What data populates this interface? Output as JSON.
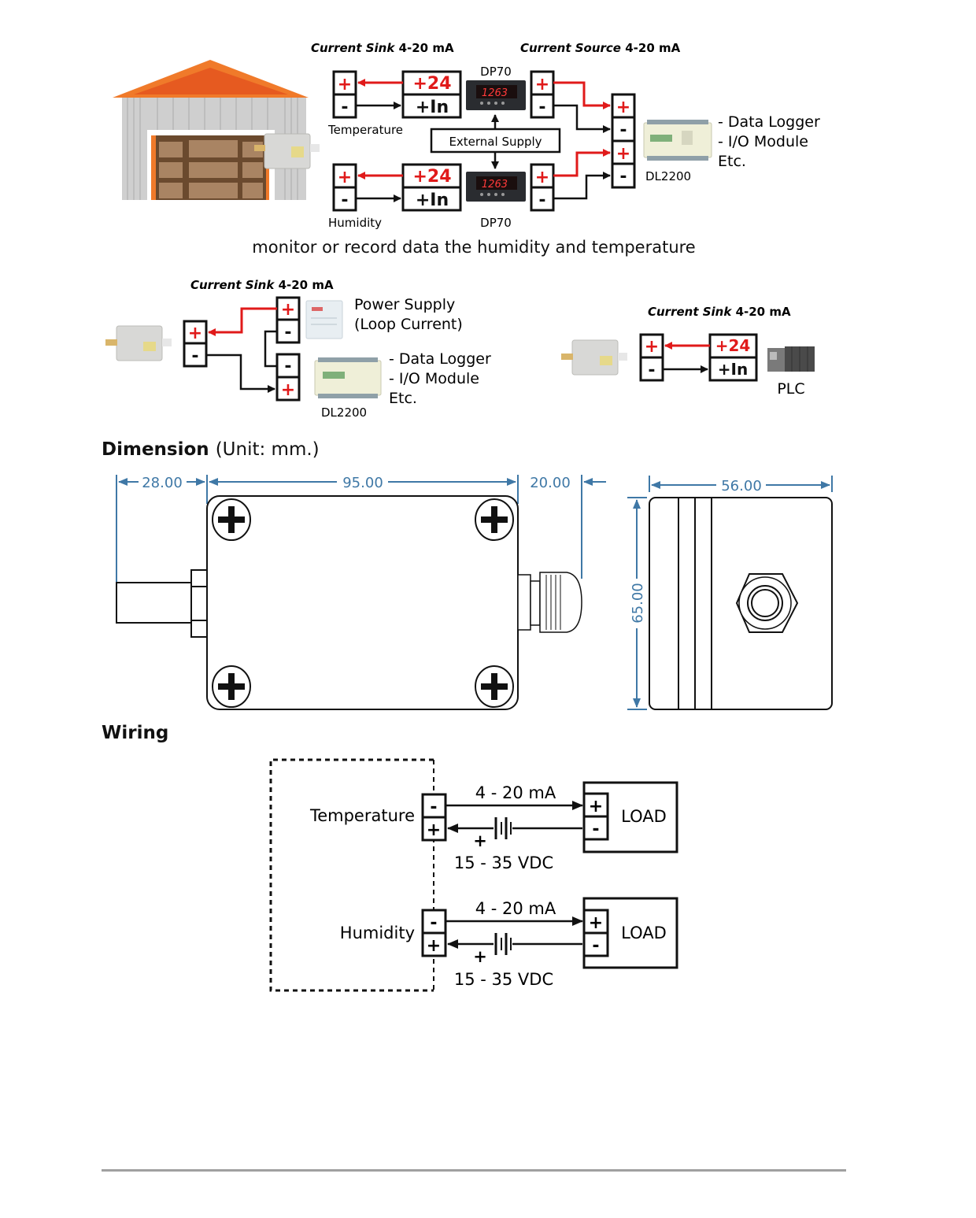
{
  "colors": {
    "red": "#e01a1a",
    "black": "#111111",
    "dimension_blue": "#3f78a6",
    "roof_orange": "#f07a2a",
    "footer_rule": "#a0a0a0"
  },
  "top_diagram": {
    "sink_heading": {
      "italic": "Current Sink",
      "rest": "4-20 mA"
    },
    "source_heading": {
      "italic": "Current Source",
      "rest": "4-20 mA"
    },
    "channels": [
      {
        "name": "Temperature",
        "meter": "DP70",
        "meter_display": "1263"
      },
      {
        "name": "Humidity",
        "meter": "DP70",
        "meter_display": "1263"
      }
    ],
    "sensor_terminals": {
      "plus": "+",
      "minus": "-"
    },
    "meter_terminals": {
      "supply": "+24",
      "input": "+In"
    },
    "external_supply": "External Supply",
    "logger_label": "DL2200",
    "logger_desc": [
      "- Data Logger",
      "- I/O Module",
      "Etc."
    ],
    "caption": "monitor or record data the humidity and temperature"
  },
  "loop_diagram": {
    "heading": {
      "italic": "Current Sink",
      "rest": "4-20 mA"
    },
    "power_supply": [
      "Power Supply",
      "(Loop Current)"
    ],
    "logger_label": "DL2200",
    "logger_desc": [
      "- Data Logger",
      "- I/O Module",
      "Etc."
    ]
  },
  "plc_diagram": {
    "heading": {
      "italic": "Current Sink",
      "rest": "4-20 mA"
    },
    "terminals": {
      "supply": "+24",
      "input": "+In"
    },
    "plc_label": "PLC"
  },
  "dimension": {
    "title": "Dimension",
    "unit": "(Unit: mm.)",
    "probe_length": "28.00",
    "body_length": "95.00",
    "gland_length": "20.00",
    "side_width": "56.00",
    "side_height": "65.00"
  },
  "wiring": {
    "title": "Wiring",
    "channels": [
      {
        "name": "Temperature",
        "current": "4 - 20 mA",
        "supply": "15 - 35 VDC",
        "load": "LOAD"
      },
      {
        "name": "Humidity",
        "current": "4 - 20 mA",
        "supply": "15 - 35 VDC",
        "load": "LOAD"
      }
    ],
    "plus": "+",
    "minus": "-"
  }
}
